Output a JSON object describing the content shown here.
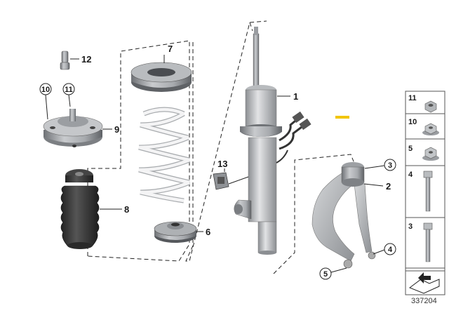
{
  "callouts": {
    "c1": "1",
    "c2": "2",
    "c3": "3",
    "c4": "4",
    "c5": "5",
    "c6": "6",
    "c7": "7",
    "c8": "8",
    "c9": "9",
    "c10": "10",
    "c11": "11",
    "c12": "12",
    "c13": "13"
  },
  "legend": {
    "items": [
      {
        "number": "11",
        "icon": "flange-nut-icon"
      },
      {
        "number": "10",
        "icon": "hex-flange-nut-icon"
      },
      {
        "number": "5",
        "icon": "flange-nut-icon"
      },
      {
        "number": "4",
        "icon": "hex-bolt-long-icon"
      },
      {
        "number": "3",
        "icon": "hex-bolt-short-icon"
      }
    ],
    "arrow_icon": "assembly-arrow-icon"
  },
  "doc_number": "337204",
  "colors": {
    "accent_yellow": "#f2c500",
    "part_gray": "#8a8d91",
    "line": "#222222"
  }
}
